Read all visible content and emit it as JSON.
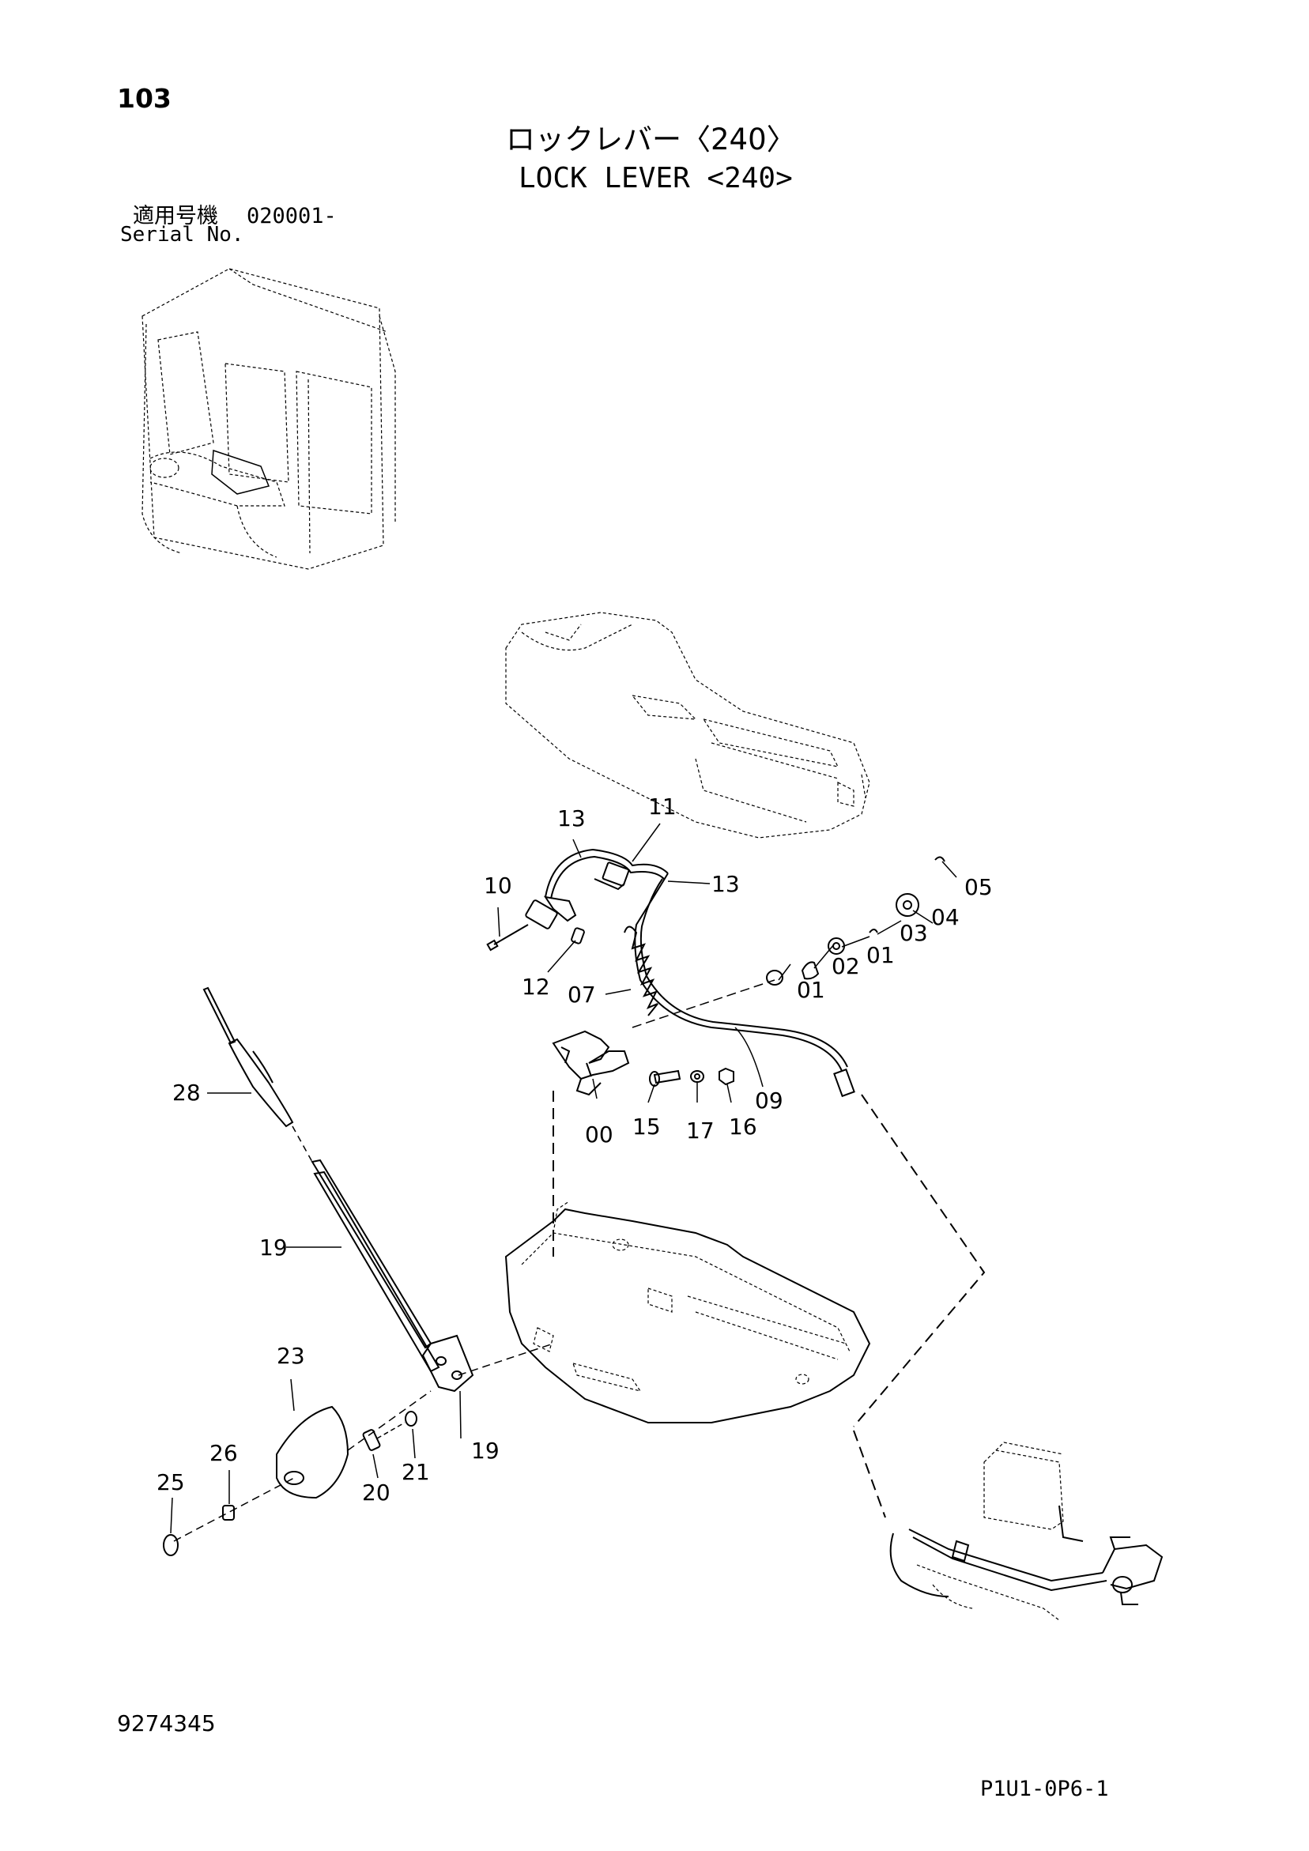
{
  "header": {
    "page_number": "103",
    "title_ja": "ロックレバー〈240〉",
    "title_en": "LOCK LEVER <240>",
    "serial_label_ja": "適用号機",
    "serial_value": "020001-",
    "serial_label_en": "Serial No."
  },
  "footer": {
    "doc_number": "9274345",
    "page_code": "P1U1-0P6-1"
  },
  "callouts": [
    "00",
    "01",
    "01",
    "02",
    "03",
    "04",
    "05",
    "07",
    "09",
    "10",
    "11",
    "12",
    "13",
    "13",
    "15",
    "16",
    "17",
    "19",
    "19",
    "20",
    "21",
    "23",
    "25",
    "26",
    "28"
  ]
}
